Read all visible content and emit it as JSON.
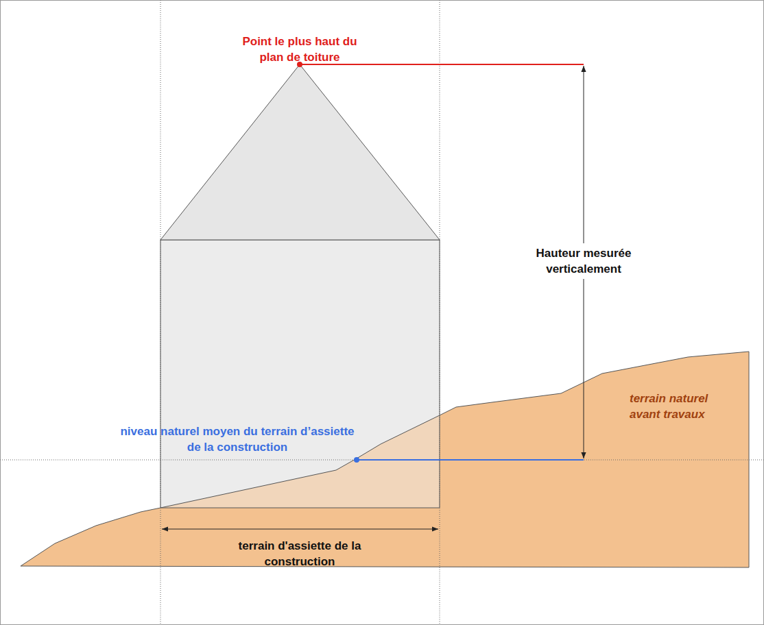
{
  "diagram": {
    "labels": [
      "Point le plus haut du plan de toiture",
      "Hauteur mesurée verticalement",
      "terrain naturel avant travaux",
      "niveau naturel moyen du terrain d’assiette de la construction",
      "terrain d'assiette de la construction"
    ]
  }
}
